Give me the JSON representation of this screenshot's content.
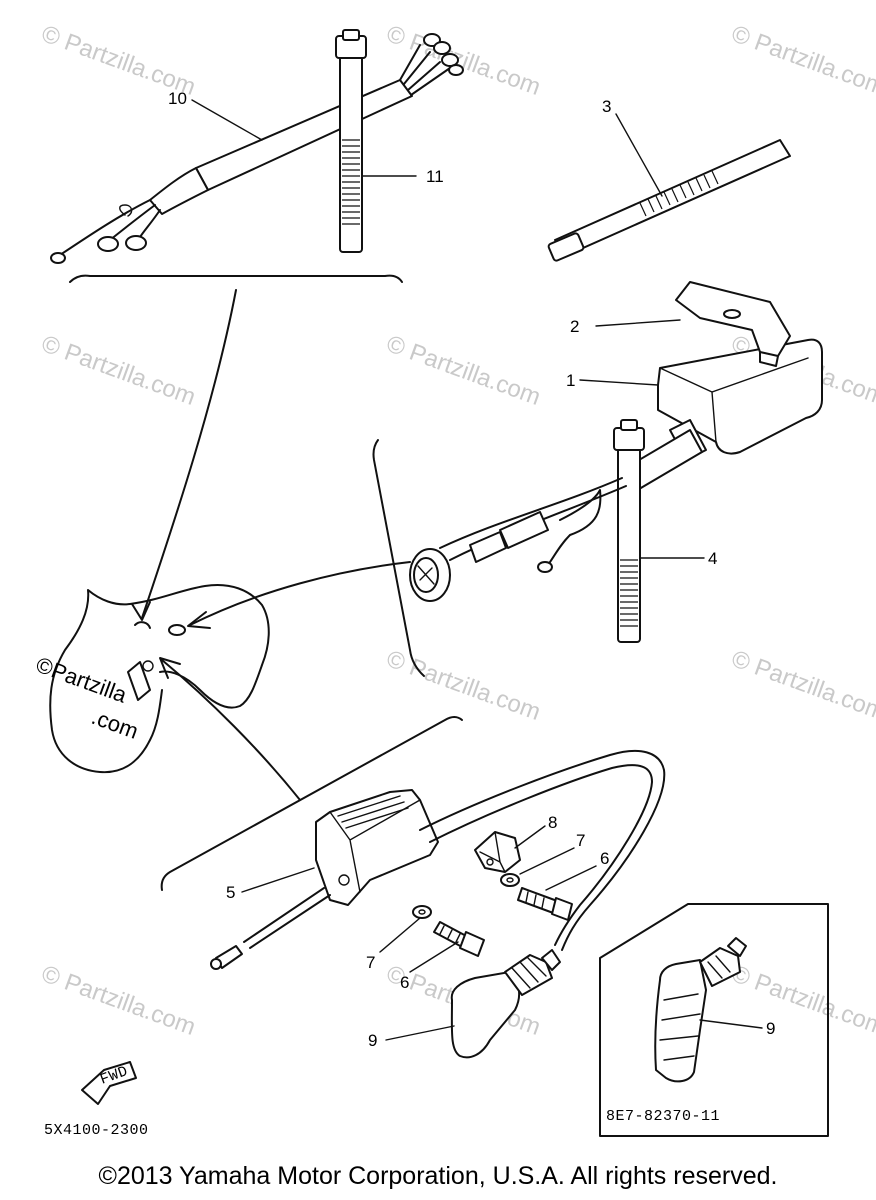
{
  "watermark": "© Partzilla.com",
  "side_watermark": {
    "line1": "©Partzilla",
    "line2": ".com"
  },
  "callouts": {
    "p1": "1",
    "p2": "2",
    "p3": "3",
    "p4": "4",
    "p5": "5",
    "p6a": "6",
    "p6b": "6",
    "p7a": "7",
    "p7b": "7",
    "p8": "8",
    "p9a": "9",
    "p9b": "9",
    "p10": "10",
    "p11": "11"
  },
  "codes": {
    "diagram_code": "5X4100-2300",
    "inset_code": "8E7-82370-11",
    "fwd_label": "FWD"
  },
  "copyright": "©2013  Yamaha Motor Corporation, U.S.A. All rights reserved."
}
